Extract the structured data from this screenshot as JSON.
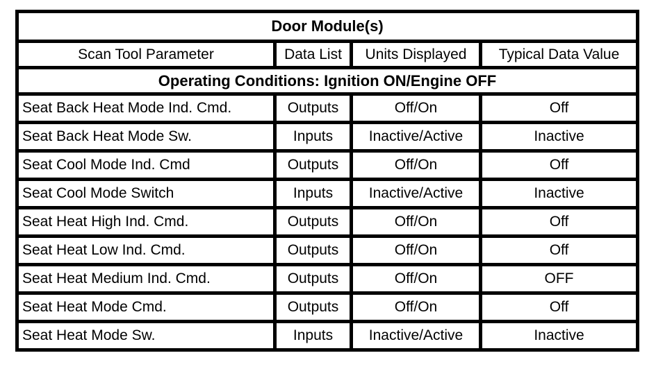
{
  "table": {
    "title": "Door Module(s)",
    "columns": [
      "Scan Tool Parameter",
      "Data List",
      "Units Displayed",
      "Typical Data Value"
    ],
    "operating_conditions": "Operating Conditions: Ignition ON/Engine OFF",
    "rows": [
      {
        "parameter": "Seat Back Heat Mode Ind. Cmd.",
        "data_list": "Outputs",
        "units": "Off/On",
        "typical": "Off"
      },
      {
        "parameter": "Seat Back Heat Mode Sw.",
        "data_list": "Inputs",
        "units": "Inactive/Active",
        "typical": "Inactive"
      },
      {
        "parameter": "Seat Cool Mode Ind. Cmd",
        "data_list": "Outputs",
        "units": "Off/On",
        "typical": "Off"
      },
      {
        "parameter": "Seat Cool Mode Switch",
        "data_list": "Inputs",
        "units": "Inactive/Active",
        "typical": "Inactive"
      },
      {
        "parameter": "Seat Heat High Ind. Cmd.",
        "data_list": "Outputs",
        "units": "Off/On",
        "typical": "Off"
      },
      {
        "parameter": "Seat Heat Low Ind. Cmd.",
        "data_list": "Outputs",
        "units": "Off/On",
        "typical": "Off"
      },
      {
        "parameter": "Seat Heat Medium Ind. Cmd.",
        "data_list": "Outputs",
        "units": "Off/On",
        "typical": "OFF"
      },
      {
        "parameter": "Seat Heat Mode Cmd.",
        "data_list": "Outputs",
        "units": "Off/On",
        "typical": "Off"
      },
      {
        "parameter": "Seat Heat Mode Sw.",
        "data_list": "Inputs",
        "units": "Inactive/Active",
        "typical": "Inactive"
      }
    ],
    "colors": {
      "border": "#000000",
      "background": "#ffffff",
      "text": "#000000"
    }
  }
}
